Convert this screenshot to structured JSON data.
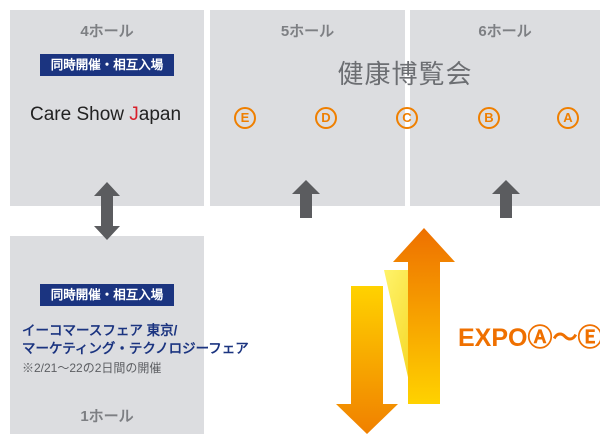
{
  "halls": {
    "hall4": {
      "title": "4ホール",
      "badge": "同時開催・相互入場",
      "logo_pre": "Care Show ",
      "logo_j": "J",
      "logo_post": "apan"
    },
    "hall5": {
      "title": "5ホール"
    },
    "hall6": {
      "title": "6ホール"
    },
    "hall1": {
      "title": "1ホール",
      "badge": "同時開催・相互入場",
      "line1": "イーコマースフェア 東京/",
      "line2": "マーケティング・テクノロジーフェア",
      "note": "※2/21～22の2日間の開催"
    }
  },
  "expo": {
    "title": "健康博覧会",
    "zones": [
      "E",
      "D",
      "C",
      "B",
      "A"
    ],
    "label": "EXPOⒶ～Ⓔ"
  },
  "colors": {
    "hall_bg": "#dcdde0",
    "badge_bg": "#1b3480",
    "accent": "#ef7f00",
    "arrow_gray": "#5b5c5f"
  }
}
